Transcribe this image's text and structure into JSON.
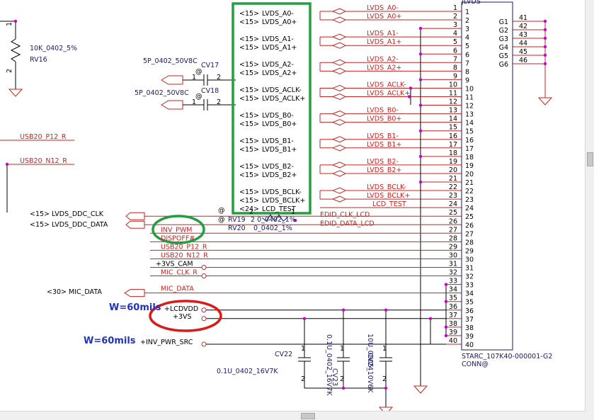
{
  "colors": {
    "wire": "#000000",
    "net": "#cc2222",
    "label": "#1a1a66",
    "junction": "#cc00cc",
    "green": "#22a040",
    "red": "#dd1a1a"
  },
  "left_parts": {
    "rv16_pin1": "1",
    "rv16_pin2": "2",
    "rv16_value": "10K_0402_5%",
    "rv16_ref": "RV16",
    "usb_p": "USB20_P12_R",
    "usb_n": "USB20_N12_R"
  },
  "caps_top": {
    "cv17_value": "5P_0402_50V8C",
    "cv17_ref": "CV17",
    "cv18_value": "5P_0402_50V8C",
    "cv18_ref": "CV18",
    "pin1": "1",
    "pin2": "2"
  },
  "lvds_box": [
    [
      "<15>",
      "LVDS_A0-"
    ],
    [
      "<15>",
      "LVDS_A0+"
    ],
    [
      "<15>",
      "LVDS_A1-"
    ],
    [
      "<15>",
      "LVDS_A1+"
    ],
    [
      "<15>",
      "LVDS_A2-"
    ],
    [
      "<15>",
      "LVDS_A2+"
    ],
    [
      "<15>",
      "LVDS_ACLK-"
    ],
    [
      "<15>",
      "LVDS_ACLK+"
    ],
    [
      "<15>",
      "LVDS_B0-"
    ],
    [
      "<15>",
      "LVDS_B0+"
    ],
    [
      "<15>",
      "LVDS_B1-"
    ],
    [
      "<15>",
      "LVDS_B1+"
    ],
    [
      "<15>",
      "LVDS_B2-"
    ],
    [
      "<15>",
      "LVDS_B2+"
    ],
    [
      "<15>",
      "LVDS_BCLK-"
    ],
    [
      "<15>",
      "LVDS_BCLK+"
    ],
    [
      "<24>",
      "LCD_TEST"
    ]
  ],
  "pin_nets": {
    "1": "LVDS_A0-",
    "2": "LVDS_A0+",
    "4": "LVDS_A1-",
    "5": "LVDS_A1+",
    "7": "LVDS_A2-",
    "8": "LVDS_A2+",
    "10": "LVDS_ACLK-",
    "11": "LVDS_ACLK+",
    "13": "LVDS_B0-",
    "14": "LVDS_B0+",
    "16": "LVDS_B1-",
    "17": "LVDS_B1+",
    "19": "LVDS_B2-",
    "20": "LVDS_B2+",
    "22": "LVDS_BCLK-",
    "23": "LVDS_BCLK+",
    "24": "LCD_TEST",
    "25": "EDID_CLK_LCD",
    "26": "EDID_DATA_LCD",
    "27": "INV_PWM",
    "28": "DISPOFF#",
    "29": "USB20_P12_R",
    "30": "USB20_N12_R",
    "31": "+3VS_CAM",
    "32": "MIC_CLK_R",
    "34": "MIC_DATA"
  },
  "ddc": {
    "clk": "<15>  LVDS_DDC_CLK",
    "data": "<15>  LVDS_DDC_DATA",
    "rv19_ref": "RV19",
    "rv20_ref": "RV20",
    "rv19_pins": "2  0_0402_1%",
    "rv20_val": "0_0402_1%",
    "at": "@",
    "pin1": "1",
    "pin2": "2"
  },
  "mic": {
    "label": "<30>  MIC_DATA"
  },
  "power": {
    "lcdvdd": "+LCDVDD",
    "vs": "+3VS",
    "inv_src": "+INV_PWR_SRC",
    "w60a": "W=60mils",
    "w60b": "W=60mils"
  },
  "bottom_caps": {
    "cv22_ref": "CV22",
    "cv22_value": "0.1U_0402_16V7K",
    "cv23_ref": "CV23",
    "cv23_value": "0.1U_0402_16V7K",
    "cv24_ref": "CV24",
    "cv24_value": "10U_0805_10V6K",
    "pin1": "1",
    "pin2": "2"
  },
  "connector": {
    "ref": "JLVDS",
    "part": "STARC_107K40-000001-G2",
    "sub": "CONN@",
    "pins": [
      "1",
      "2",
      "3",
      "4",
      "5",
      "6",
      "7",
      "8",
      "9",
      "10",
      "11",
      "12",
      "13",
      "14",
      "15",
      "16",
      "17",
      "18",
      "19",
      "20",
      "21",
      "22",
      "23",
      "24",
      "25",
      "26",
      "27",
      "28",
      "29",
      "30",
      "31",
      "32",
      "33",
      "34",
      "35",
      "36",
      "37",
      "38",
      "39",
      "40"
    ],
    "gnd_pins": [
      [
        "G1",
        "41"
      ],
      [
        "G2",
        "42"
      ],
      [
        "G3",
        "43"
      ],
      [
        "G4",
        "44"
      ],
      [
        "G5",
        "45"
      ],
      [
        "G6",
        "46"
      ]
    ]
  }
}
